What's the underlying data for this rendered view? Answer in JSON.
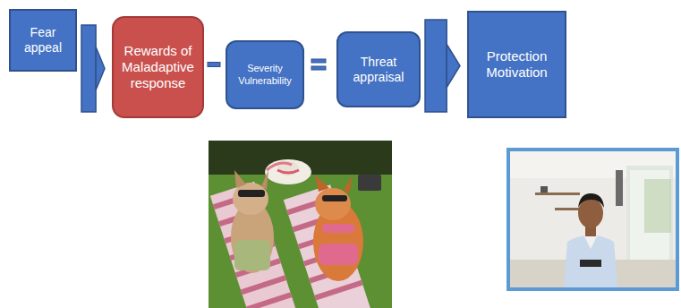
{
  "diagram": {
    "nodes": [
      {
        "text": [
          "Fear appeal"
        ]
      },
      {
        "text": [
          "Rewards of Maladaptive response"
        ]
      },
      {
        "text": [
          "Severity Vulnerability"
        ]
      },
      {
        "text": [
          "Threat appraisal"
        ]
      },
      {
        "text": [
          "Protection Motivation"
        ]
      }
    ],
    "edges": [
      {
        "from": 0,
        "to": 1,
        "arrow": "to"
      },
      {
        "from": 1,
        "to": 2,
        "arrow": "none"
      },
      {
        "from": 2,
        "to": 3,
        "arrow": "none"
      },
      {
        "from": 3,
        "to": 4,
        "arrow": "to"
      }
    ]
  }
}
